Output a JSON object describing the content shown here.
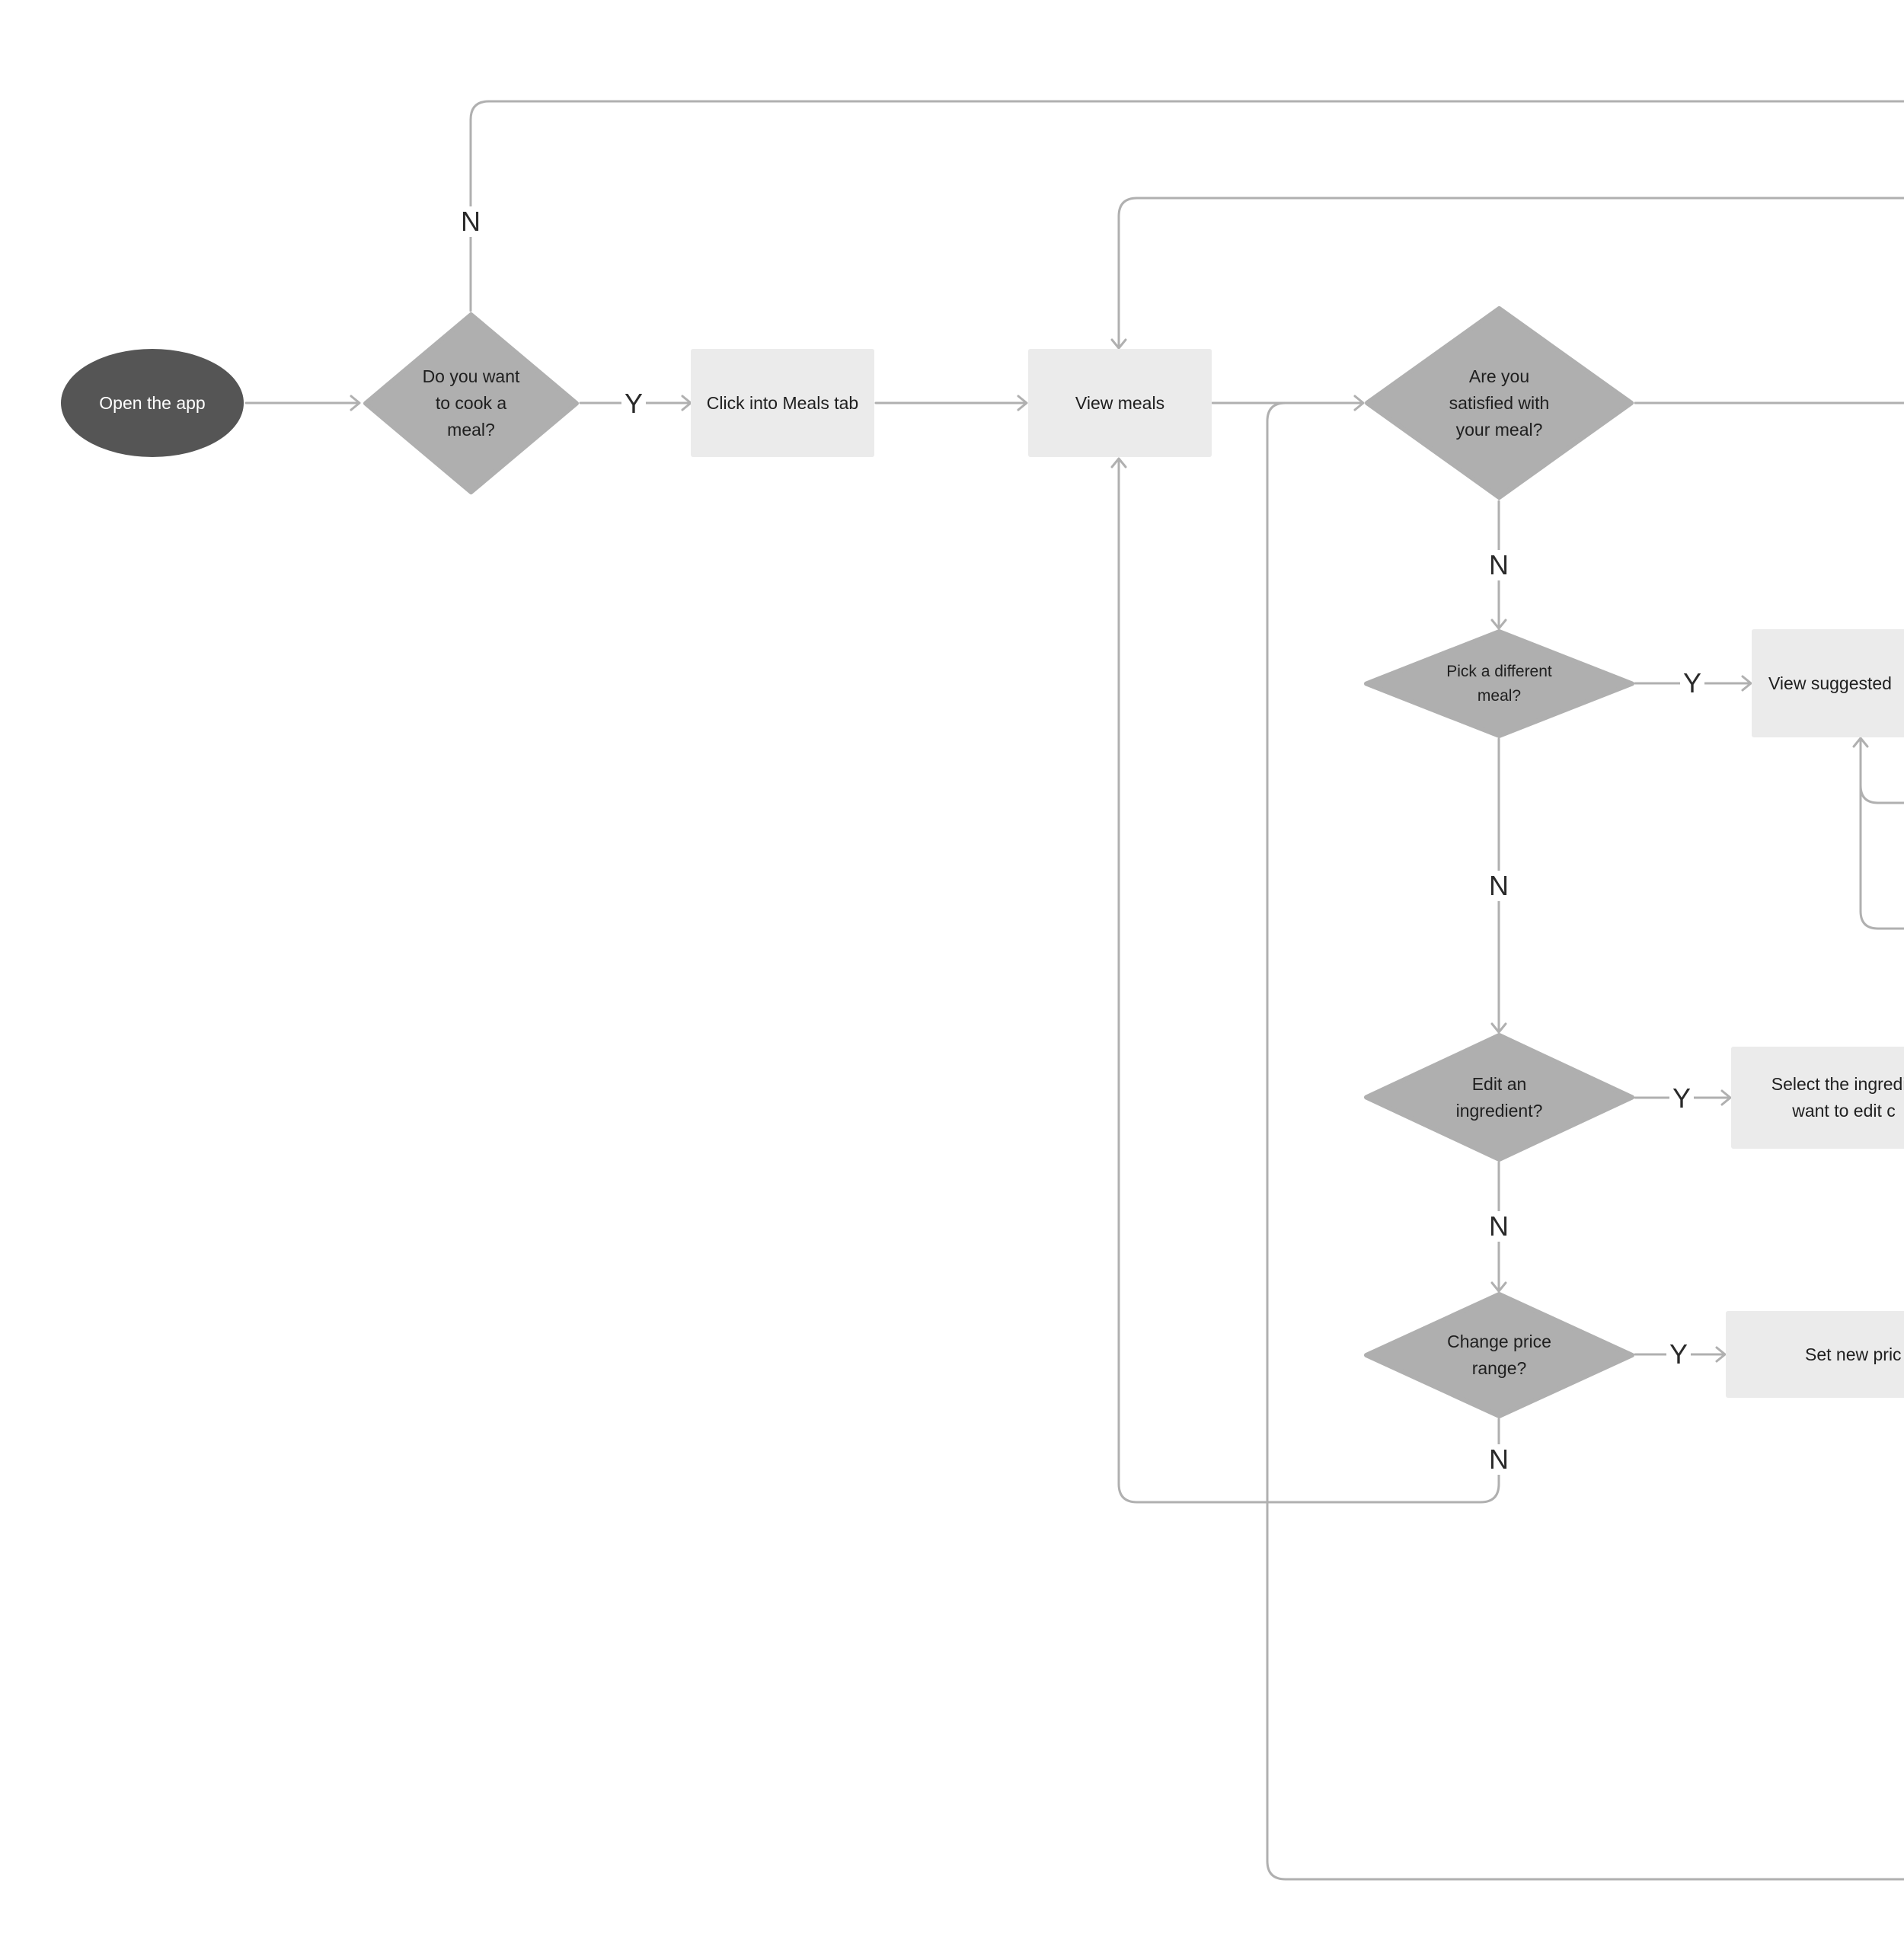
{
  "nodes": {
    "open_app": "Open the app",
    "cook_q": "Do you want to cook a meal?",
    "meals_tab": "Click into Meals tab",
    "view_meals": "View meals",
    "satisfied_q": "Are you satisfied with your meal?",
    "different_q": "Pick a different meal?",
    "view_suggested": "View suggested",
    "edit_q": "Edit an ingredient?",
    "select_ingredient": "Select the ingredie want to edit c",
    "price_q": "Change price range?",
    "set_price": "Set new pric"
  },
  "edge_labels": {
    "cook_no": "N",
    "cook_yes": "Y",
    "satisfied_no": "N",
    "different_yes": "Y",
    "different_no": "N",
    "edit_yes": "Y",
    "edit_no": "N",
    "price_yes": "Y",
    "price_no": "N"
  }
}
